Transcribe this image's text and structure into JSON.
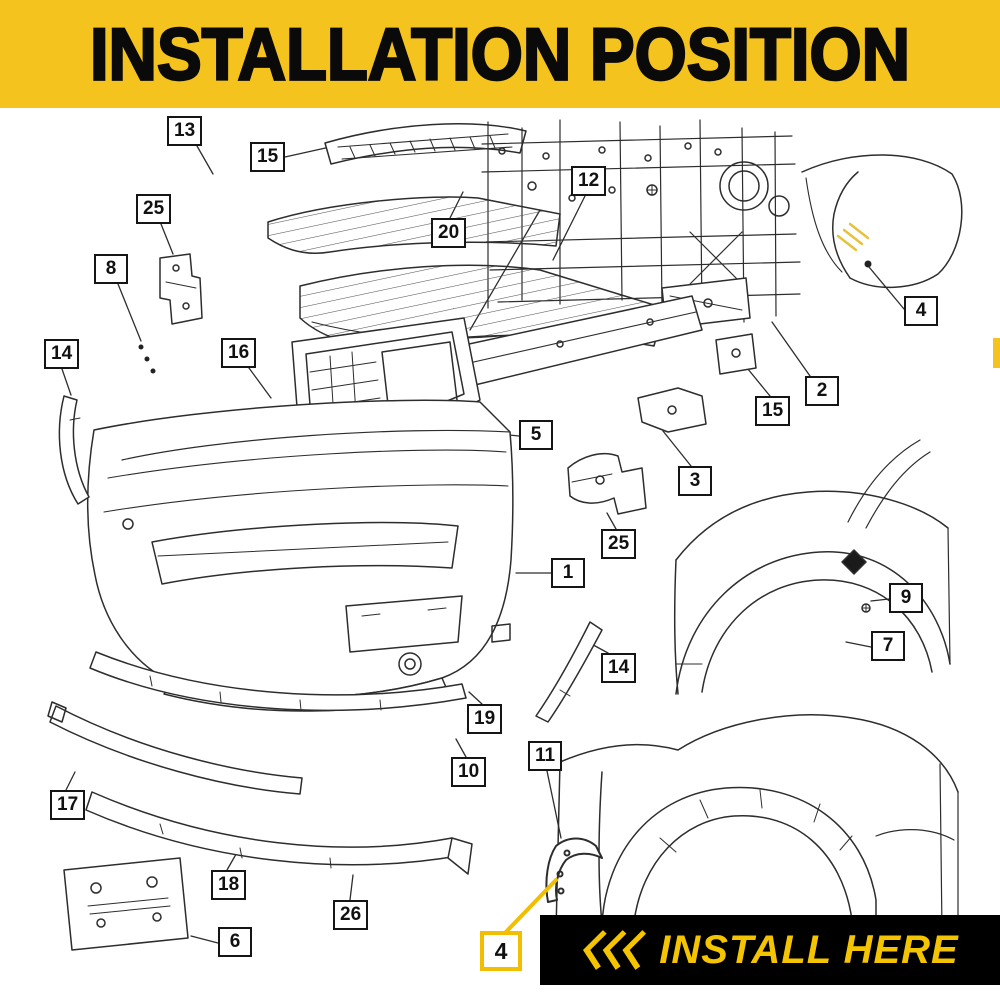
{
  "header": {
    "title": "INSTALLATION POSITION"
  },
  "install_banner": {
    "text": "INSTALL HERE",
    "icon": "triple-chevron-left"
  },
  "colors": {
    "accent_yellow": "#F5C31D",
    "banner_text_yellow": "#F5C400",
    "banner_background": "#000000",
    "line_color": "#2d2d2d"
  },
  "callouts": [
    {
      "num": "13"
    },
    {
      "num": "15"
    },
    {
      "num": "25"
    },
    {
      "num": "8"
    },
    {
      "num": "14"
    },
    {
      "num": "16"
    },
    {
      "num": "12"
    },
    {
      "num": "20"
    },
    {
      "num": "4"
    },
    {
      "num": "2"
    },
    {
      "num": "15"
    },
    {
      "num": "5"
    },
    {
      "num": "3"
    },
    {
      "num": "25"
    },
    {
      "num": "1"
    },
    {
      "num": "9"
    },
    {
      "num": "7"
    },
    {
      "num": "14"
    },
    {
      "num": "19"
    },
    {
      "num": "10"
    },
    {
      "num": "11"
    },
    {
      "num": "17"
    },
    {
      "num": "18"
    },
    {
      "num": "26"
    },
    {
      "num": "6"
    }
  ],
  "highlight_callout": {
    "num": "4"
  }
}
